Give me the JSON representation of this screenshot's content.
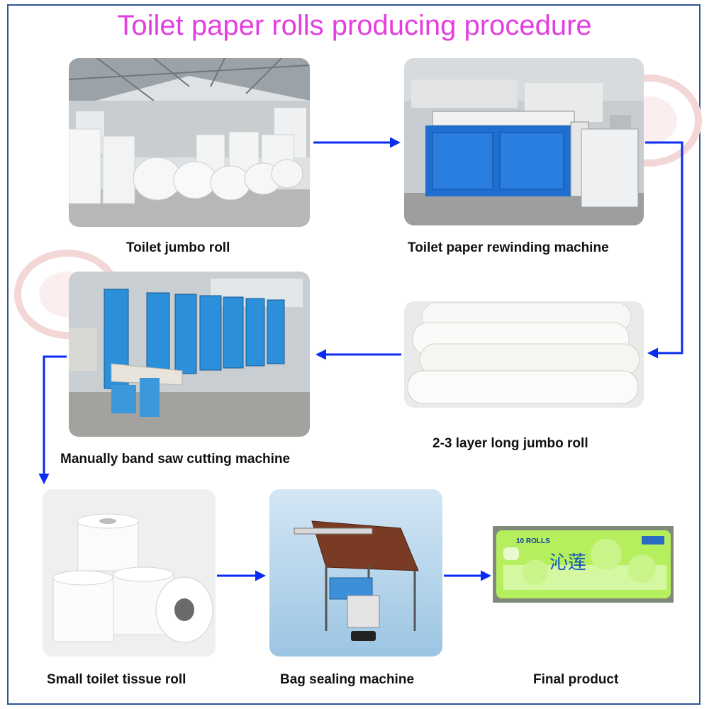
{
  "title": "Toilet paper rolls producing procedure",
  "accent_color": "#e43ee0",
  "arrow_color": "#0a2cf0",
  "steps": [
    {
      "label": "Toilet jumbo roll",
      "photo": "warehouse-stacked-jumbo-rolls"
    },
    {
      "label": "Toilet paper rewinding machine",
      "photo": "blue-rewinding-machine"
    },
    {
      "label": "2-3 layer long jumbo roll",
      "photo": "long-white-paper-logs"
    },
    {
      "label": "Manually band saw cutting machine",
      "photo": "row-of-blue-band-saws"
    },
    {
      "label": "Small toilet tissue roll",
      "photo": "stacked-small-rolls"
    },
    {
      "label": "Bag sealing machine",
      "photo": "wooden-table-heat-sealer"
    },
    {
      "label": "Final product",
      "photo": "green-packaged-10-roll-pack"
    }
  ],
  "package_text": {
    "rolls": "10 ROLLS",
    "brand": "沁莲"
  }
}
